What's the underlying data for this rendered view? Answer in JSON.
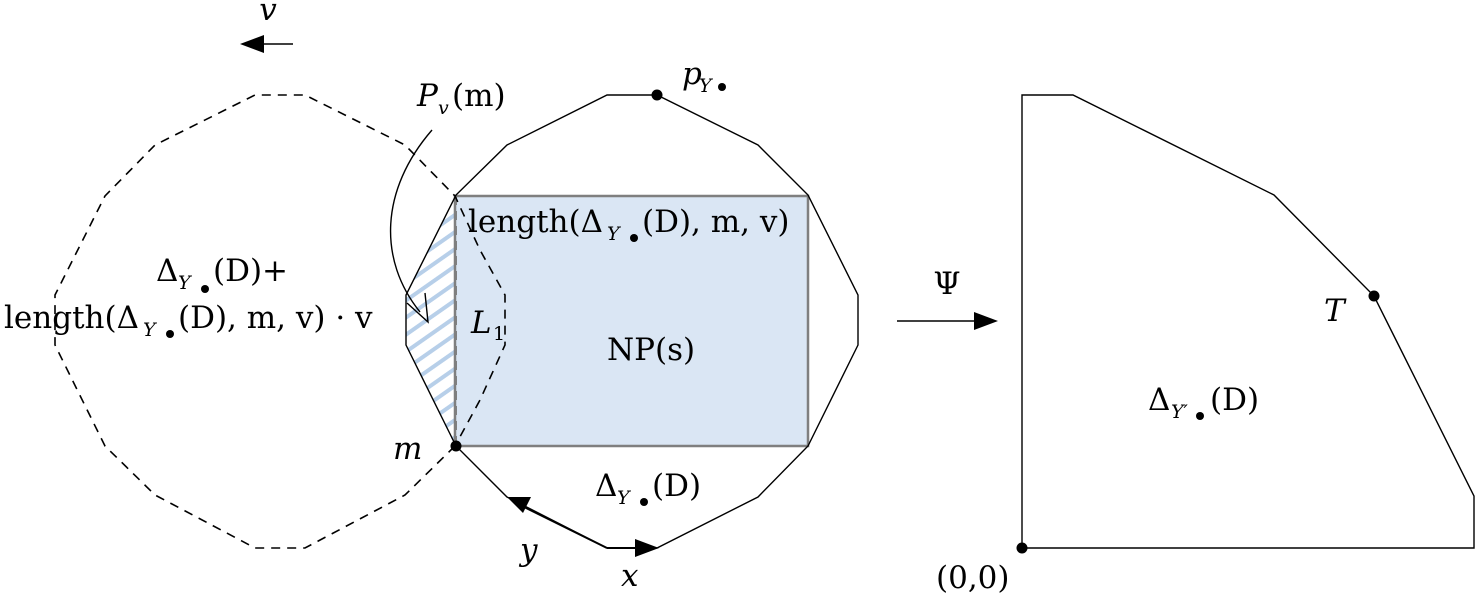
{
  "labels": {
    "v": "v",
    "p_base": "p",
    "p_sub": "Y",
    "pv_base": "P",
    "pv_sub": "v",
    "pv_arg": "(m)",
    "shifted_line1_delta": "Δ",
    "shifted_line1_sub": "Y",
    "shifted_line1_rest": "(D)+",
    "shifted_line2_pre": "length(Δ",
    "shifted_line2_sub": "Y",
    "shifted_line2_rest": "(D), m, v) · v",
    "length_pre": "length(Δ",
    "length_sub": "Y",
    "length_rest": "(D), m, v)",
    "L_base": "L",
    "L_sub": "1",
    "np": "NP(s)",
    "m": "m",
    "delta_bottom_pre": "Δ",
    "delta_bottom_sub": "Y",
    "delta_bottom_rest": "(D)",
    "y": "y",
    "x": "x",
    "psi": "Ψ",
    "T": "T",
    "delta_right_pre": "Δ",
    "delta_right_sub": "Y′",
    "delta_right_rest": "(D)",
    "origin": "(0,0)"
  },
  "colors": {
    "fill": "#dae6f4",
    "hatch": "#b7cfe9",
    "rect_stroke": "#7f7f7f",
    "ink": "#000000"
  }
}
